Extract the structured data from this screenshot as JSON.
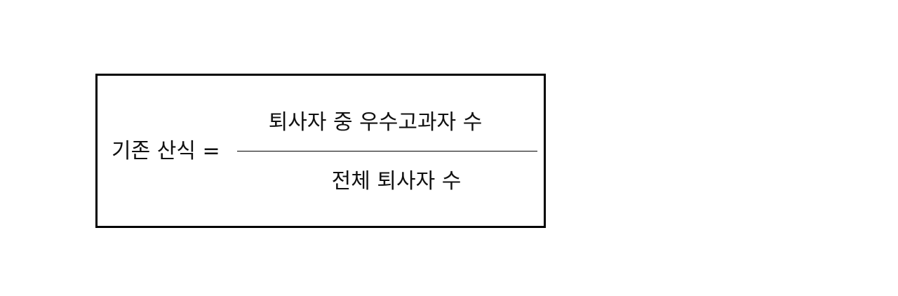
{
  "formula": {
    "lhs": "기존 산식 =",
    "numerator": "퇴사자 중 우수고과자 수",
    "denominator": "전체 퇴사자 수"
  }
}
